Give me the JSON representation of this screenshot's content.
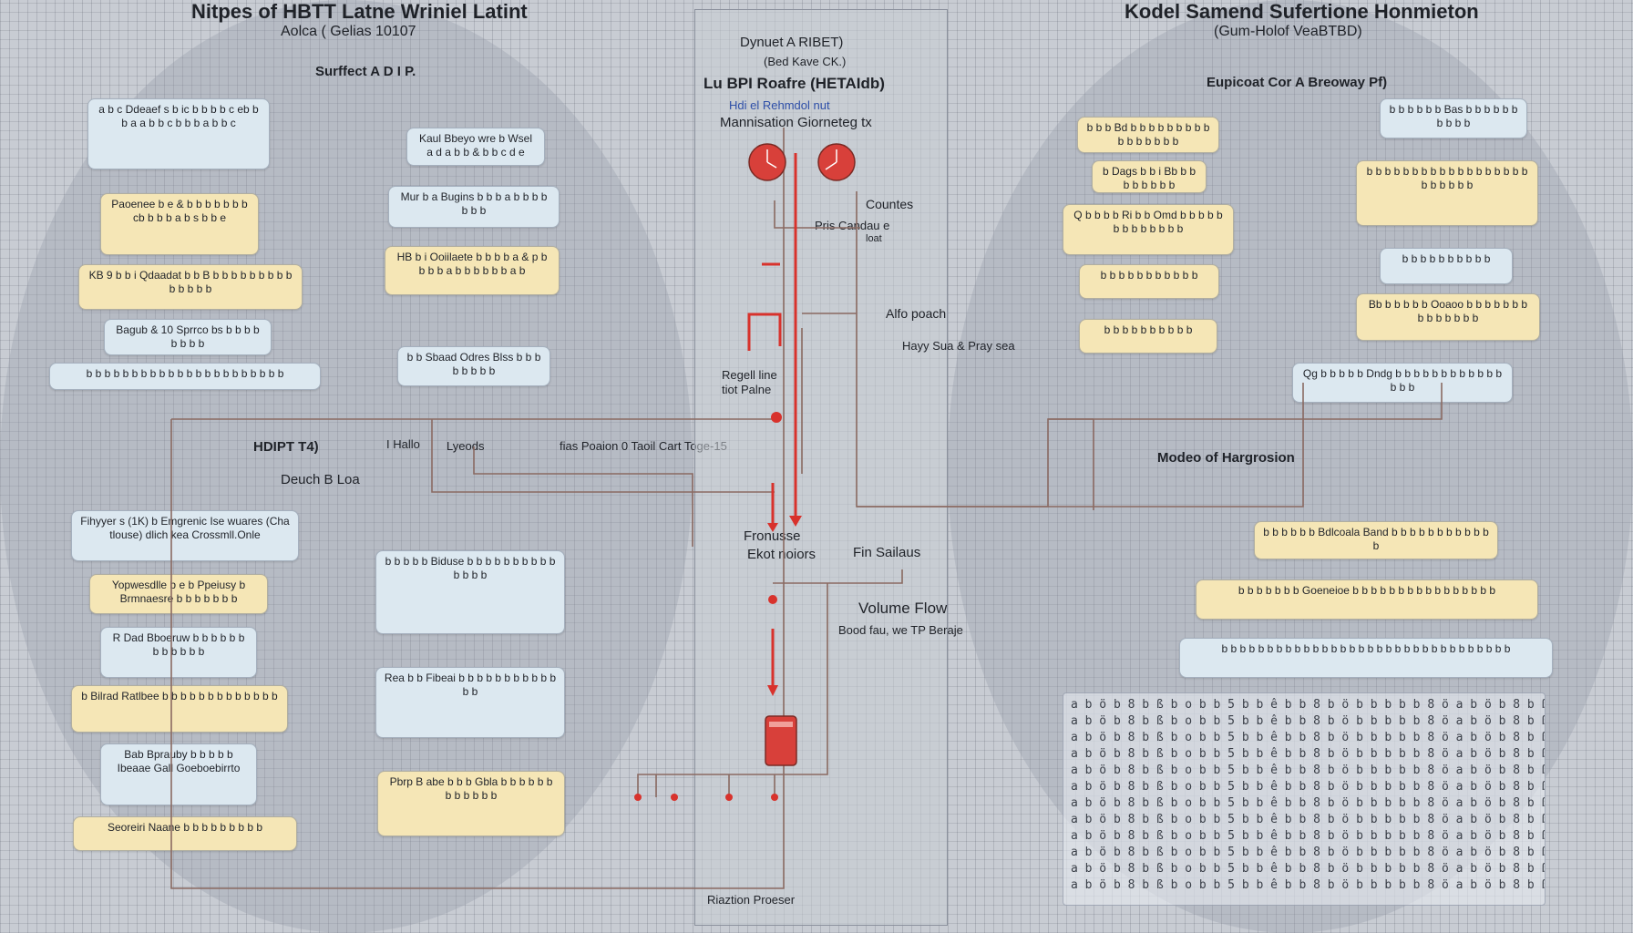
{
  "left_panel": {
    "title": "Nitpes of HBTT Latne Wriniel Latint",
    "subtitle": "Aolca ( Gelias 10107",
    "section": "Surffect A D I P.",
    "upper_boxes": [
      {
        "text": "a b c Ddeaef s b ic b b b b c eb b b a a b b c b b b a b b c",
        "tone": "blue"
      },
      {
        "text": "Kaul Bbeyo wre b Wsel a d a b b & b b c d e",
        "tone": "blue"
      },
      {
        "text": "Paoenee b e & b b b b b b b cb b b b a b s b b e",
        "tone": "yellow"
      },
      {
        "text": "Mur b a Bugins b b b a b b b b b b b",
        "tone": "blue"
      },
      {
        "text": "HB b i Ooiilaete b b b b a & p b b b b a b b b b b b a b",
        "tone": "yellow"
      },
      {
        "text": "KB 9 b b i Qdaadat b b B b b b b b b b b b b b b b b",
        "tone": "yellow"
      },
      {
        "text": "Bagub & 10 Sprrco bs b b b b b b b b",
        "tone": "blue"
      },
      {
        "text": "b b Sbaad Odres Blss b b b b b b b b",
        "tone": "blue"
      },
      {
        "text": "b b b b b b b b b b b b b b b b b b b b b b",
        "tone": "blue"
      }
    ],
    "row_label_1": "HDIPT T4)",
    "row_label_2": "I Hallo",
    "row_label_3": "Lyeods",
    "row_label_4": "fias Poaion 0 Taoil Cart Toge-15",
    "row_label_5": "Deuch B Loa",
    "lower_boxes": [
      {
        "text": "Fihyyer s (1K) b Emgrenic Ise wuares (Cha tlouse) dlich kea Crossmll.Onle",
        "tone": "blue"
      },
      {
        "text": "Yopwesdlle b e b Ppeiusy b Brmnaesre b b b b b b b",
        "tone": "yellow"
      },
      {
        "text": "R Dad Bboeruw b b b b b b b b b b b b",
        "tone": "blue"
      },
      {
        "text": "b Bilrad Ratlbee b b b b b b b b b b b b b",
        "tone": "yellow"
      },
      {
        "text": "Bab Bprauby b b b b b Ibeaae Gall Goeboebirrto",
        "tone": "blue"
      },
      {
        "text": "Seoreiri Naane b b b b b b b b b",
        "tone": "yellow"
      },
      {
        "text": "b b b b b Biduse b b b b b b b b b b b b b b",
        "tone": "blue"
      },
      {
        "text": "Rea b b Fibeai b b b b b b b b b b b b b",
        "tone": "blue"
      },
      {
        "text": "Pbrp B abe b b b Gbla b b b b b b b b b b b b",
        "tone": "yellow"
      }
    ]
  },
  "center_panel": {
    "title": "Dynuet A RIBET)",
    "sub1": "(Bed Kave CK.)",
    "sub2": "Lu BPI Roafre (HETAIdb)",
    "link": "Hdi el Rehmdol nut",
    "sub3": "Mannisation Giorneteg tx",
    "labels": {
      "countes": "Countes",
      "pris": "Pris Candau e",
      "pris2": "loat",
      "alfo": "Alfo poach",
      "hayy": "Hayy Sua & Pray sea",
      "regell": "Regell line",
      "regell2": "tiot Palne",
      "fronusse": "Fronusse",
      "ekot": "Ekot noiors",
      "fin": "Fin Sailaus",
      "volume": "Volume Flow",
      "bood": "Bood fau, we TP Beraje",
      "bottom": "Riaztion Proeser"
    }
  },
  "right_panel": {
    "title": "Kodel Samend Sufertione Honmieton",
    "subtitle": "(Gum-Holof VeaBTBD)",
    "section": "Eupicoat Cor A Breoway Pf)",
    "mid_label": "Modeo of Hargrosion",
    "upper_boxes": [
      {
        "text": "b b b Bd b b b b b b b b b b b b b b b b",
        "tone": "yellow"
      },
      {
        "text": "b b b b b b Bas b b b b b b b b b b",
        "tone": "blue"
      },
      {
        "text": "b Dags b b i Bb b b b b b b b b",
        "tone": "yellow"
      },
      {
        "text": "b b b b b b b b b b b b b b b b b b b b b b b b",
        "tone": "yellow"
      },
      {
        "text": "Q b b b b Ri b b Omd b b b b b b b b b b b b b",
        "tone": "yellow"
      },
      {
        "text": "b b b b b b b b b b",
        "tone": "blue"
      },
      {
        "text": "b b b b b b b b b b b",
        "tone": "yellow"
      },
      {
        "text": "Bb b b b b b Ooaoo b b b b b b b b b b b b b b",
        "tone": "yellow"
      },
      {
        "text": "b b b b b b b b b b",
        "tone": "yellow"
      },
      {
        "text": "Qg b b b b b Dndg b b b b b b b b b b b b b b b",
        "tone": "blue"
      }
    ],
    "lower_boxes": [
      {
        "text": "b b b b b b Bdlcoala Band b b b b b b b b b b b b",
        "tone": "yellow"
      },
      {
        "text": "b b b b b b b Goeneioe b b b b b b b b b b b b b b b b",
        "tone": "yellow"
      },
      {
        "text": "b b b b b b b b b b b b b b b b b b b b b b b b b b b b b b b b",
        "tone": "blue"
      }
    ],
    "grid_text": "a b ö b 8 b ß b o b b 5 b b ê b b 8 b ö b b b b b 8 ö"
  },
  "colors": {
    "accent_red": "#d8322c",
    "wire": "#8a6a62",
    "box_blue": "#dce8f0",
    "box_yellow": "#f5e6b6"
  }
}
